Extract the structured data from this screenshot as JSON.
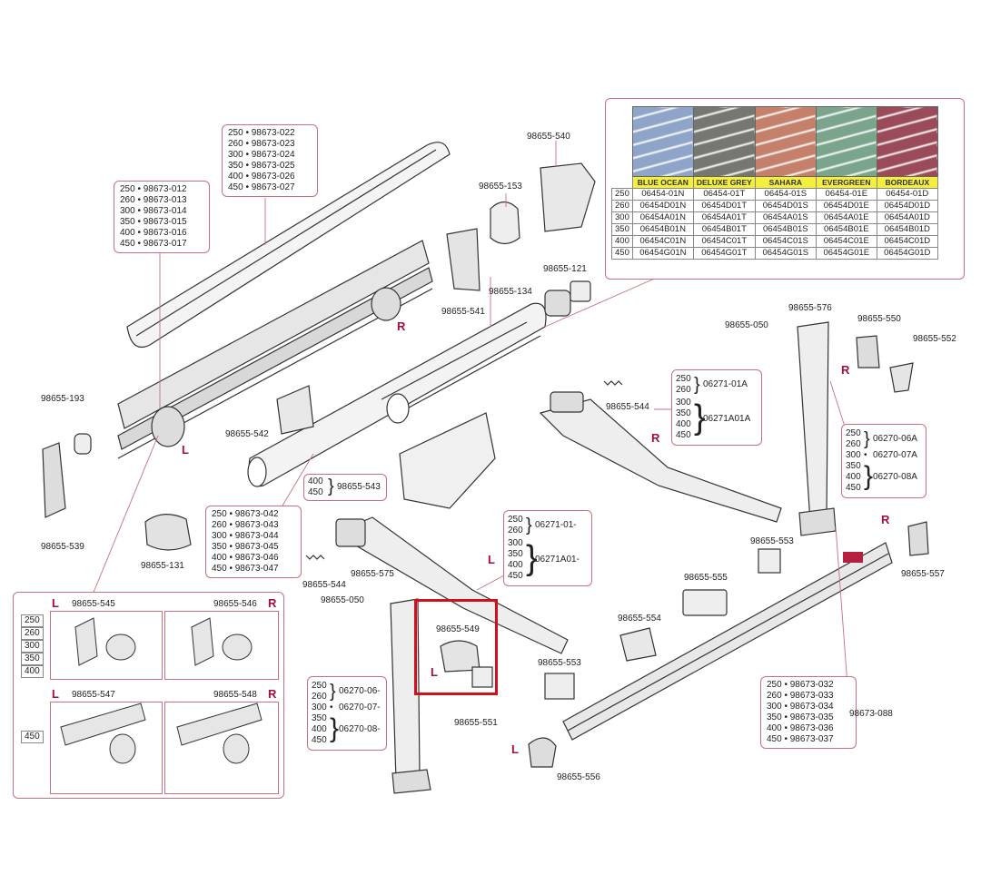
{
  "fabric": {
    "colors": [
      {
        "name": "BLUE OCEAN",
        "hex": "#8ea4c9"
      },
      {
        "name": "DELUXE GREY",
        "hex": "#777772"
      },
      {
        "name": "SAHARA",
        "hex": "#c4806a"
      },
      {
        "name": "EVERGREEN",
        "hex": "#7aa48c"
      },
      {
        "name": "BORDEAUX",
        "hex": "#9a4a58"
      }
    ],
    "rows": [
      {
        "size": "250",
        "codes": [
          "06454-01N",
          "06454-01T",
          "06454-01S",
          "06454-01E",
          "06454-01D"
        ]
      },
      {
        "size": "260",
        "codes": [
          "06454D01N",
          "06454D01T",
          "06454D01S",
          "06454D01E",
          "06454D01D"
        ]
      },
      {
        "size": "300",
        "codes": [
          "06454A01N",
          "06454A01T",
          "06454A01S",
          "06454A01E",
          "06454A01D"
        ]
      },
      {
        "size": "350",
        "codes": [
          "06454B01N",
          "06454B01T",
          "06454B01S",
          "06454B01E",
          "06454B01D"
        ]
      },
      {
        "size": "400",
        "codes": [
          "06454C01N",
          "06454C01T",
          "06454C01S",
          "06454C01E",
          "06454C01D"
        ]
      },
      {
        "size": "450",
        "codes": [
          "06454G01N",
          "06454G01T",
          "06454G01S",
          "06454G01E",
          "06454G01D"
        ]
      }
    ]
  },
  "boxes": {
    "cover": [
      "250 • 98673-022",
      "260 • 98673-023",
      "300 • 98673-024",
      "350 • 98673-025",
      "400 • 98673-026",
      "450 • 98673-027"
    ],
    "rail": [
      "250 • 98673-012",
      "260 • 98673-013",
      "300 • 98673-014",
      "350 • 98673-015",
      "400 • 98673-016",
      "450 • 98673-017"
    ],
    "tube": [
      "250 • 98673-042",
      "260 • 98673-043",
      "300 • 98673-044",
      "350 • 98673-045",
      "400 • 98673-046",
      "450 • 98673-047"
    ],
    "front": [
      "250 • 98673-032",
      "260 • 98673-033",
      "300 • 98673-034",
      "350 • 98673-035",
      "400 • 98673-036",
      "450 • 98673-037"
    ]
  },
  "sizegroups": {
    "s543": {
      "sizes": [
        "400",
        "450"
      ],
      "code": "98655-543"
    },
    "armR": {
      "g1": [
        "250",
        "260"
      ],
      "c1": "06271-01A",
      "g2": [
        "300",
        "350",
        "400",
        "450"
      ],
      "c2": "06271A01A"
    },
    "armL": {
      "g1": [
        "250",
        "260"
      ],
      "c1": "06271-01-",
      "g2": [
        "300",
        "350",
        "400",
        "450"
      ],
      "c2": "06271A01-"
    },
    "legR": {
      "rows": [
        {
          "s": [
            "250",
            "260"
          ],
          "c": "06270-06A"
        },
        {
          "s": [
            "300"
          ],
          "c": "06270-07A"
        },
        {
          "s": [
            "350",
            "400",
            "450"
          ],
          "c": "06270-08A"
        }
      ]
    },
    "legL": {
      "rows": [
        {
          "s": [
            "250",
            "260"
          ],
          "c": "06270-06-"
        },
        {
          "s": [
            "300"
          ],
          "c": "06270-07-"
        },
        {
          "s": [
            "350",
            "400",
            "450"
          ],
          "c": "06270-08-"
        }
      ]
    }
  },
  "labels": {
    "p540": "98655-540",
    "p153": "98655-153",
    "p134": "98655-134",
    "p541": "98655-541",
    "p121": "98655-121",
    "p193": "98655-193",
    "p539": "98655-539",
    "p542": "98655-542",
    "p131": "98655-131",
    "p576": "98655-576",
    "p050a": "98655-050",
    "p550": "98655-550",
    "p552": "98655-552",
    "p544a": "98655-544",
    "p544b": "98655-544",
    "p575": "98655-575",
    "p050b": "98655-050",
    "p549": "98655-549",
    "p551": "98655-551",
    "p553a": "98655-553",
    "p555": "98655-555",
    "p554": "98655-554",
    "p553b": "98655-553",
    "p557": "98655-557",
    "p556": "98655-556",
    "p088": "98673-088",
    "p545": "98655-545",
    "p546": "98655-546",
    "p547": "98655-547",
    "p548": "98655-548"
  },
  "sides": {
    "R": "R",
    "L": "L"
  },
  "endcap": {
    "sizes": [
      "250",
      "260",
      "300",
      "350",
      "400"
    ],
    "single": "450"
  },
  "accent": "#a0103a"
}
